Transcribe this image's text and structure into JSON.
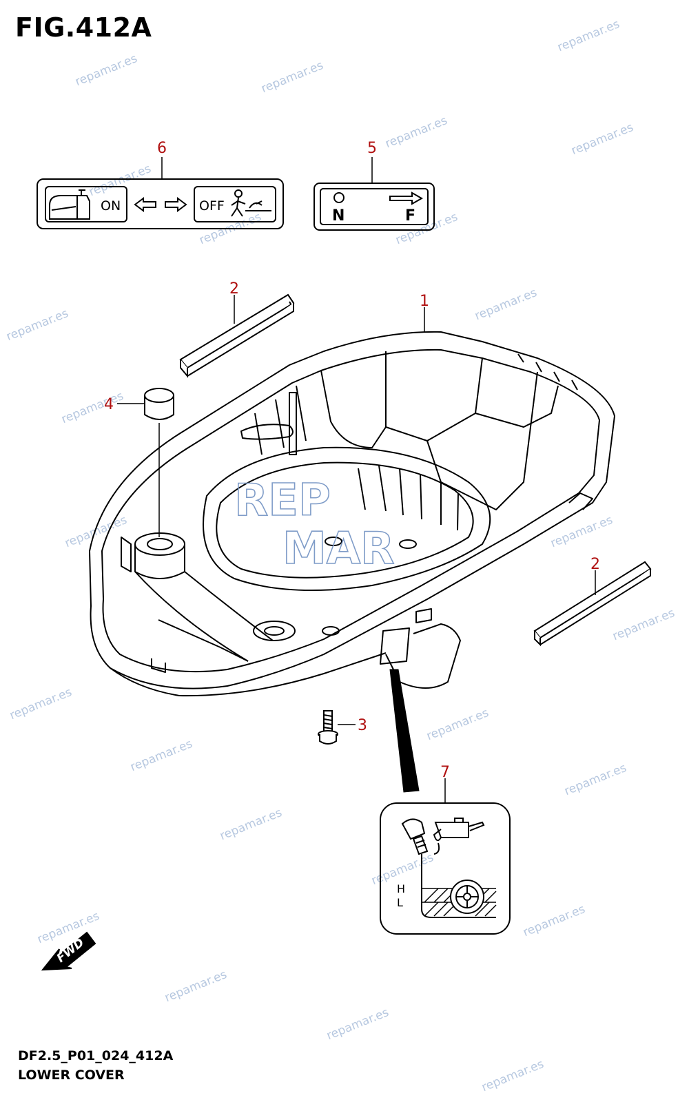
{
  "figure": {
    "title": "FIG.412A",
    "code": "DF2.5_P01_024_412A",
    "name": "LOWER COVER"
  },
  "callouts": [
    "1",
    "2",
    "2",
    "3",
    "4",
    "5",
    "6",
    "7"
  ],
  "labels": {
    "on": "ON",
    "off": "OFF",
    "n": "N",
    "f": "F",
    "high": "H",
    "low": "L",
    "fwd": "FWD"
  },
  "logo_text": [
    "REP",
    "MAR"
  ],
  "watermark": "repamar.es",
  "colors": {
    "line": "#000000",
    "callout": "#b01010",
    "watermark": "#9fb6d6",
    "logo": "#7f9cc8"
  }
}
